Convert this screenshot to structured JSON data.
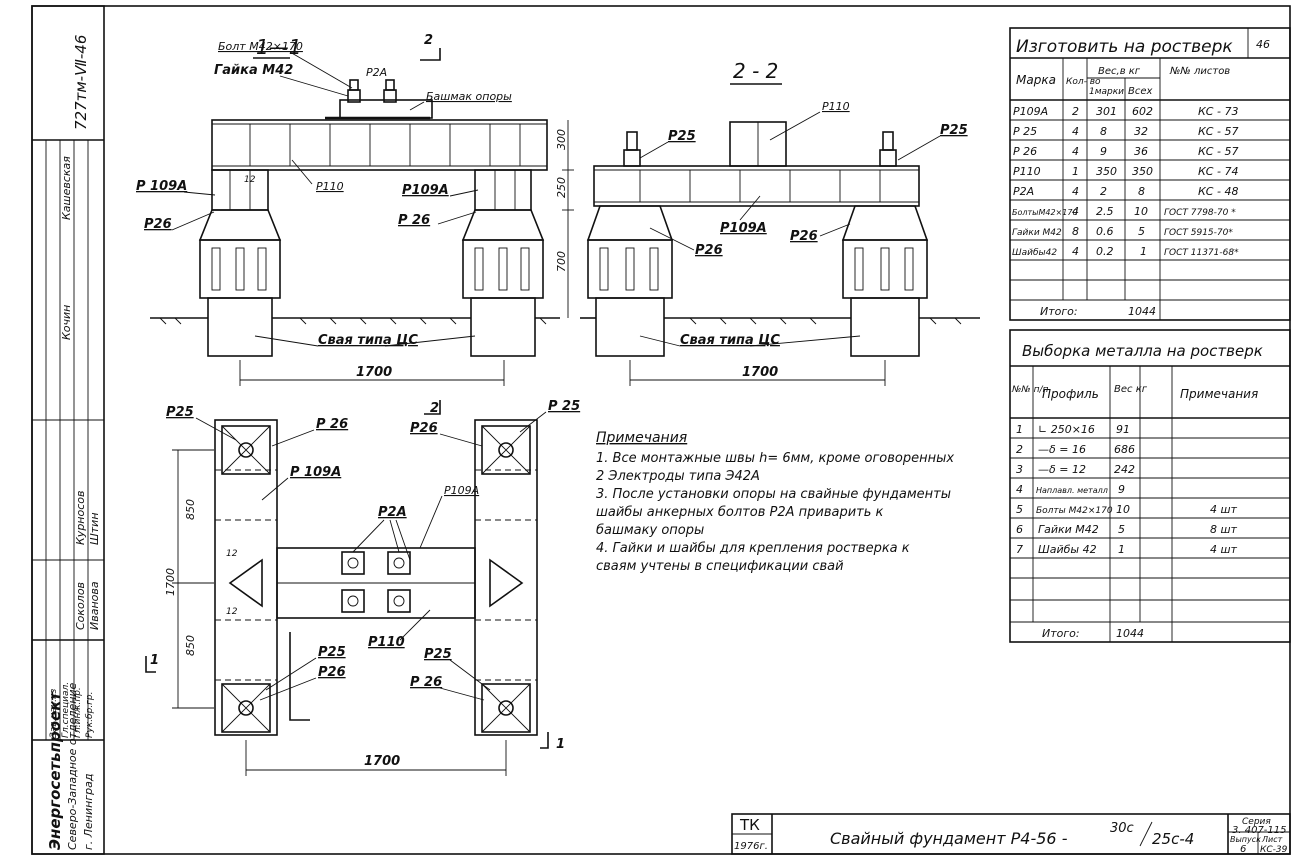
{
  "sheet_code": "727тм-Ⅶ-46",
  "side_names": [
    "Кашевская",
    "Кочин",
    "Курносов",
    "Штин",
    "Соколов",
    "Иванова"
  ],
  "side_roles": [
    "Зав.нач.кз",
    "Гл.специал.",
    "Гл.инж.пр.",
    "Рук.бр.гр."
  ],
  "org": {
    "name": "Энергосетьпроект",
    "dept": "Северо-Западное отделение",
    "city": "г. Ленинград"
  },
  "section_1_1": {
    "title": "1—1",
    "arrow_label": "2",
    "labels": {
      "bolt": "Болт М42×170",
      "nut": "Гайка М42",
      "p2a": "Р2А",
      "shoe": "Башмак опоры",
      "p109a_left": "Р 109А",
      "p26_left": "Р26",
      "p110": "Р110",
      "p109a_right": "Р109А",
      "p26_right": "Р 26",
      "dim_300": "300",
      "dim_250": "250",
      "dim_700": "700",
      "dim_12": "12",
      "pile": "Свая типа ЦС",
      "span": "1700"
    }
  },
  "section_2_2": {
    "title": "2 - 2",
    "labels": {
      "p110": "Р110",
      "p25_left": "Р25",
      "p25_right": "Р25",
      "p109a": "Р109А",
      "p26_left": "Р26",
      "p26_right": "Р26",
      "pile": "Свая типа ЦС",
      "span": "1700"
    }
  },
  "plan": {
    "labels": {
      "p25_tl": "Р25",
      "p26_top": "Р 26",
      "p109a_left": "Р 109А",
      "p2a": "Р2А",
      "arrow_2": "2",
      "p26_tr": "Р26",
      "p25_tr": "Р 25",
      "p109a_right": "Р109А",
      "p110": "Р110",
      "p25_bl": "Р25",
      "p26_bl": "Р26",
      "p25_br": "Р25",
      "p26_br": "Р 26",
      "dim_850_top": "850",
      "dim_850_bot": "850",
      "dim_1700_v": "1700",
      "dim_1700_h": "1700",
      "dim_12a": "12",
      "dim_12b": "12",
      "cut_1_left": "1",
      "cut_1_right": "1"
    }
  },
  "notes": {
    "title": "Примечания",
    "items": [
      "1.  Все монтажные швы  h= 6мм, кроме оговоренных",
      "2  Электроды типа  Э42А",
      "3.  После установки опоры на свайные фундаменты",
      "     шайбы анкерных болтов  Р2А приварить к",
      "     башмаку опоры",
      "4.  Гайки и шайбы для крепления ростверка к",
      "     сваям учтены в спецификации свай"
    ]
  },
  "spec_table": {
    "title": "Изготовить на ростверк",
    "sheet_no": "46",
    "headers": {
      "mark": "Марка",
      "qty": "Кол- во",
      "weight": "Вес,в кг",
      "one": "1марки",
      "all": "Всех",
      "sheets": "№№ листов"
    },
    "rows": [
      {
        "mark": "Р109А",
        "qty": "2",
        "one": "301",
        "all": "602",
        "sheet": "КС - 73"
      },
      {
        "mark": "Р 25",
        "qty": "4",
        "one": "8",
        "all": "32",
        "sheet": "КС - 57"
      },
      {
        "mark": "Р 26",
        "qty": "4",
        "one": "9",
        "all": "36",
        "sheet": "КС - 57"
      },
      {
        "mark": "Р110",
        "qty": "1",
        "one": "350",
        "all": "350",
        "sheet": "КС - 74"
      },
      {
        "mark": "Р2А",
        "qty": "4",
        "one": "2",
        "all": "8",
        "sheet": "КС - 48"
      },
      {
        "mark": "БолтыМ42×170",
        "qty": "4",
        "one": "2.5",
        "all": "10",
        "sheet": "ГОСТ 7798-70 *"
      },
      {
        "mark": "Гайки М42",
        "qty": "8",
        "one": "0.6",
        "all": "5",
        "sheet": "ГОСТ 5915-70*"
      },
      {
        "mark": "Шайбы42",
        "qty": "4",
        "one": "0.2",
        "all": "1",
        "sheet": "ГОСТ 11371-68*"
      }
    ],
    "total_label": "Итого:",
    "total": "1044"
  },
  "metal_table": {
    "title": "Выборка металла на ростверк",
    "headers": {
      "no": "№№ п/п",
      "profile": "Профиль",
      "weight": "Вес кг",
      "note": "Примечания"
    },
    "rows": [
      {
        "no": "1",
        "profile": "∟ 250×16",
        "weight": "91",
        "note": ""
      },
      {
        "no": "2",
        "profile": "—δ = 16",
        "weight": "686",
        "note": ""
      },
      {
        "no": "3",
        "profile": "—δ = 12",
        "weight": "242",
        "note": ""
      },
      {
        "no": "4",
        "profile": "Наплавл. металл",
        "weight": "9",
        "note": ""
      },
      {
        "no": "5",
        "profile": "Болты М42×170",
        "weight": "10",
        "note": "4 шт"
      },
      {
        "no": "6",
        "profile": "Гайки М42",
        "weight": "5",
        "note": "8 шт"
      },
      {
        "no": "7",
        "profile": "Шайбы 42",
        "weight": "1",
        "note": "4 шт"
      }
    ],
    "total_label": "Итого:",
    "total": "1044"
  },
  "title_block": {
    "tk": "ТК",
    "year": "1976г.",
    "title_main": "Свайный фундамент Р4-56 -",
    "title_frac_top": "30с",
    "title_frac_bot": "25с-4",
    "series_label": "Серия",
    "series": "3. 407-115",
    "issue_label": "Выпуск",
    "issue": "6",
    "sheet_label": "Лист",
    "sheet": "КС-39"
  }
}
